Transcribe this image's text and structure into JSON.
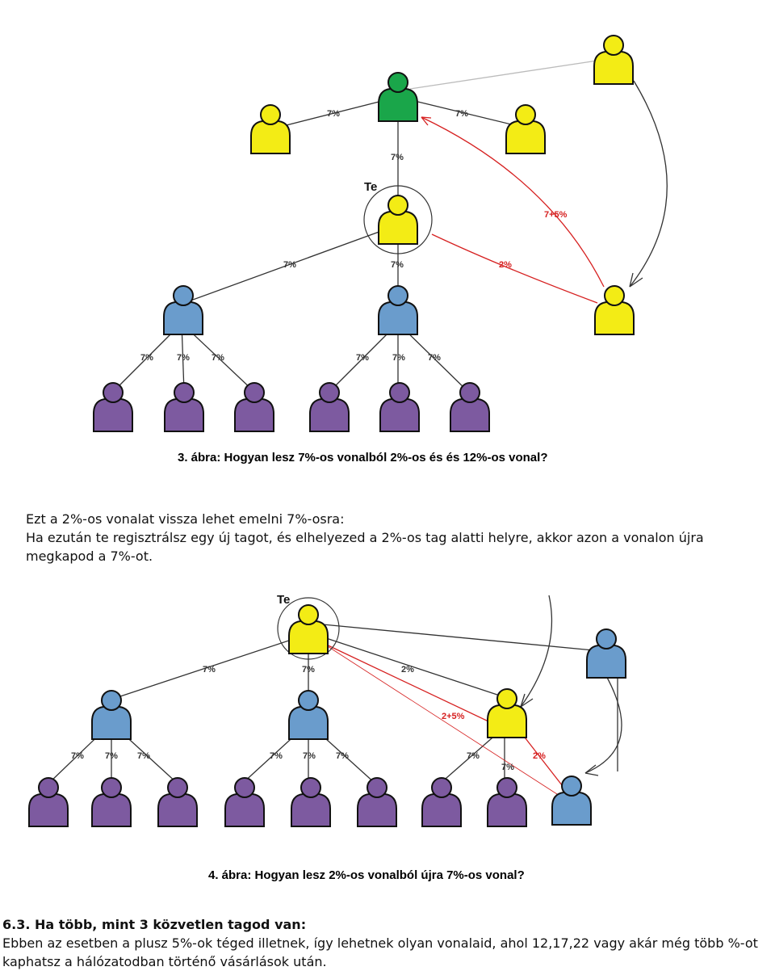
{
  "figure1": {
    "you_label": "Te",
    "labels": {
      "green_left": "7%",
      "green_right": "7%",
      "green_down": "7%",
      "red_up": "7+5%",
      "you_left": "7%",
      "you_down": "7%",
      "red_right": "2%",
      "b1_a": "7%",
      "b1_b": "7%",
      "b1_c": "7%",
      "b2_a": "7%",
      "b2_b": "7%",
      "b2_c": "7%"
    },
    "caption": "3. ábra: Hogyan lesz 7%-os vonalból 2%-os és és 12%-os vonal?"
  },
  "paragraph1": {
    "line1": "Ezt a 2%-os vonalat vissza lehet emelni 7%-osra:",
    "line2": "Ha ezután te regisztrálsz egy új tagot, és elhelyezed a 2%-os tag alatti helyre, akkor azon a vonalon újra megkapod a 7%-ot."
  },
  "figure2": {
    "you_label": "Te",
    "labels": {
      "you_left": "7%",
      "you_mid": "7%",
      "you_right": "2%",
      "red_mid": "2+5%",
      "b1_a": "7%",
      "b1_b": "7%",
      "b1_c": "7%",
      "b2_a": "7%",
      "b2_b": "7%",
      "b2_c": "7%",
      "y_a": "7%",
      "y_b": "7%",
      "y_c": "2%"
    },
    "caption": "4. ábra: Hogyan lesz 2%-os vonalból újra 7%-os vonal?"
  },
  "section": {
    "heading": "6.3. Ha több, mint 3 közvetlen tagod van:",
    "text": "Ebben az esetben a plusz 5%-ok téged illetnek, így lehetnek olyan vonalaid, ahol 12,17,22 vagy akár még több %-ot kaphatsz a hálózatodban történő vásárlások után."
  },
  "colors": {
    "green": "#1aa64a",
    "yellow": "#f3ec15",
    "blue": "#6a9ccc",
    "purple": "#7d5aa0",
    "red_line": "#d62020"
  }
}
